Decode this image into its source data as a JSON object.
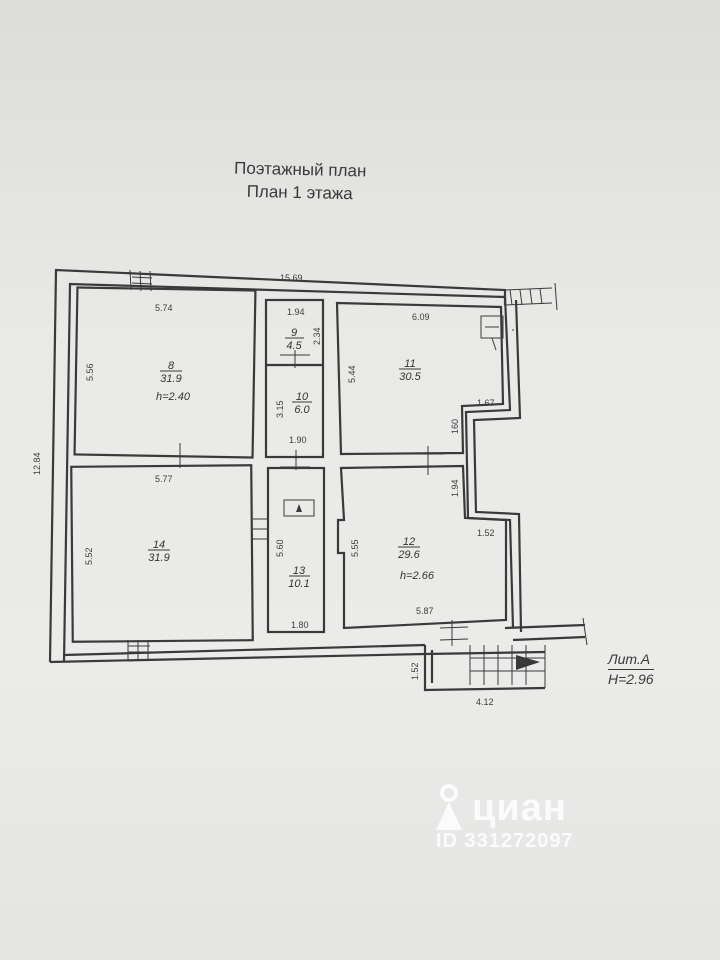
{
  "title": {
    "line1": "Поэтажный план",
    "line2": "План 1 этажа"
  },
  "legend": {
    "lit": "Лит.А",
    "height": "H=2.96"
  },
  "rooms": [
    {
      "num": "8",
      "area": "31.9",
      "height": "h=2.40"
    },
    {
      "num": "9",
      "area": "4.5"
    },
    {
      "num": "10",
      "area": "6.0"
    },
    {
      "num": "11",
      "area": "30.5"
    },
    {
      "num": "12",
      "area": "29.6",
      "height": "h=2.66"
    },
    {
      "num": "13",
      "area": "10.1"
    },
    {
      "num": "14",
      "area": "31.9"
    }
  ],
  "dimensions": {
    "overall_length": "15.69",
    "overall_width": "12.84",
    "r8_w": "5.74",
    "r8_h": "5.56",
    "r14_w": "5.77",
    "r14_h": "5.52",
    "r9_w": "1.94",
    "r9_h": "2.34",
    "r10_h": "3.15",
    "r10_w": "1.90",
    "r13_h": "5.60",
    "r13_w": "1.80",
    "r11_w": "6.09",
    "r11_h": "5.44",
    "step_a": "1.67",
    "step_b": "160",
    "step_c": "1.94",
    "step_d": "1.52",
    "r12_h": "5.55",
    "r12_w": "5.87",
    "porch_h": "1.52",
    "porch_w": "4.12"
  },
  "watermark": {
    "brand": "циан",
    "id": "ID 331272097",
    "icon": "cian-pin-icon"
  }
}
